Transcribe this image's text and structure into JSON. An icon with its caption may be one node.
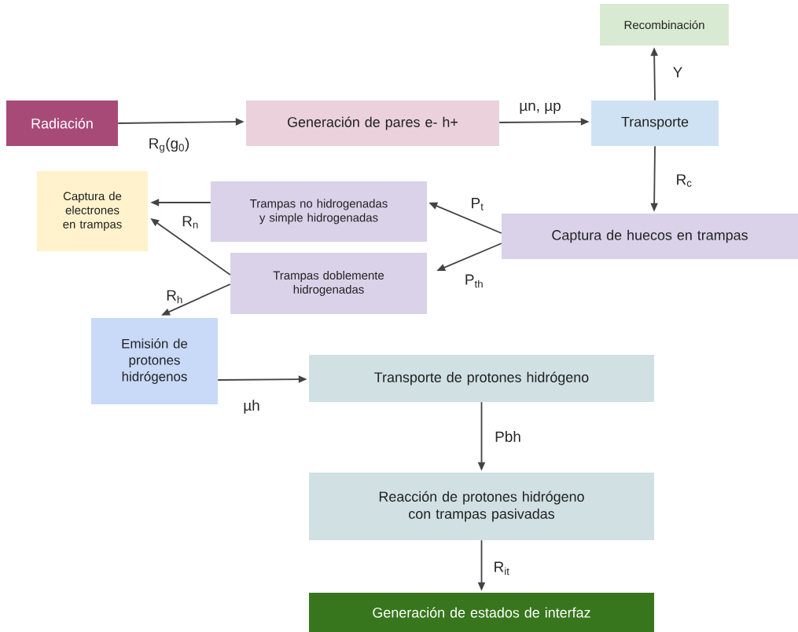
{
  "diagram": {
    "nodes": [
      {
        "text": [
          "Radiación"
        ]
      },
      {
        "text": [
          "Generación de pares e- h+"
        ]
      },
      {
        "text": [
          "Recombinación"
        ]
      },
      {
        "text": [
          "Transporte"
        ]
      },
      {
        "text": [
          "Captura de electrones en trampas"
        ]
      },
      {
        "text": [
          "Trampas no hidrogenadas y simple hidrogenadas"
        ]
      },
      {
        "text": [
          "Captura de huecos en trampas"
        ]
      },
      {
        "text": [
          "Trampas doblemente hidrogenadas"
        ]
      },
      {
        "text": [
          "Emisión de protones hidrógenos"
        ]
      },
      {
        "text": [
          "Transporte de protones hidrógeno"
        ]
      },
      {
        "text": [
          "Reacción de protones hidrógeno con trampas pasivadas"
        ]
      },
      {
        "text": [
          "Generación de estados de interfaz"
        ]
      }
    ],
    "edges": [
      {
        "from": 0,
        "to": 1,
        "arrow": "to",
        "label": "R$_{g}$(g$_{0}$)"
      },
      {
        "from": 1,
        "to": 3,
        "arrow": "to",
        "label": "µn, µp"
      },
      {
        "from": 3,
        "to": 2,
        "arrow": "to",
        "label": "Y"
      },
      {
        "from": 3,
        "to": 6,
        "arrow": "to",
        "label": "R$_{c}$"
      },
      {
        "from": 6,
        "to": 5,
        "arrow": "to",
        "label": "P$_{t}$"
      },
      {
        "from": 6,
        "to": 7,
        "arrow": "to",
        "label": "P$_{th}$"
      },
      {
        "from": 5,
        "to": 4,
        "arrow": "to"
      },
      {
        "from": 7,
        "to": 4,
        "arrow": "to",
        "label": "R$_{n}$"
      },
      {
        "from": 7,
        "to": 8,
        "arrow": "to",
        "label": "R$_{h}$"
      },
      {
        "from": 8,
        "to": 9,
        "arrow": "to",
        "label": "µh"
      },
      {
        "from": 9,
        "to": 10,
        "arrow": "to",
        "label": "Pbh"
      },
      {
        "from": 10,
        "to": 11,
        "arrow": "to",
        "label": "R$_{it}$"
      }
    ]
  }
}
